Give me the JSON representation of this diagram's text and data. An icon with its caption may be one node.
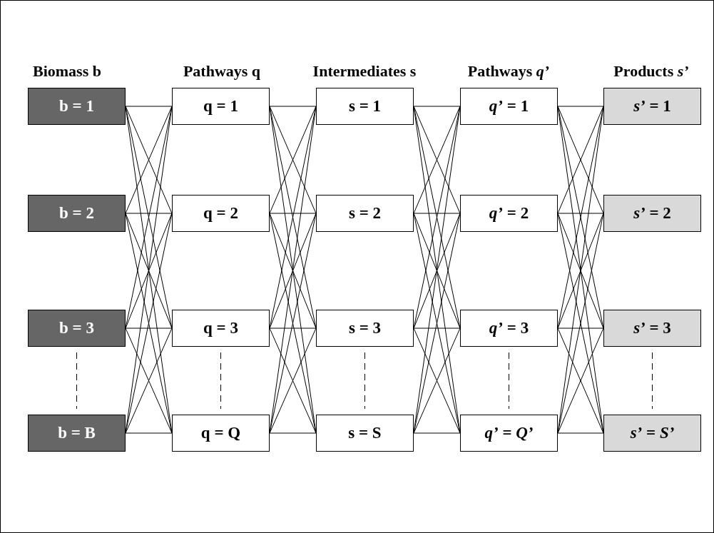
{
  "diagram": {
    "nodes": [
      {
        "text": [
          "b = 1"
        ]
      },
      {
        "text": [
          "b = 2"
        ]
      },
      {
        "text": [
          "b = 3"
        ]
      },
      {
        "text": [
          "b = B"
        ]
      },
      {
        "text": [
          "q = 1"
        ]
      },
      {
        "text": [
          "q = 2"
        ]
      },
      {
        "text": [
          "q = 3"
        ]
      },
      {
        "text": [
          "q = Q"
        ]
      },
      {
        "text": [
          "s = 1"
        ]
      },
      {
        "text": [
          "s = 2"
        ]
      },
      {
        "text": [
          "s = 3"
        ]
      },
      {
        "text": [
          "s = S"
        ]
      },
      {
        "text": [
          "*q’* = 1"
        ]
      },
      {
        "text": [
          "*q’* = 2"
        ]
      },
      {
        "text": [
          "*q’* = 3"
        ]
      },
      {
        "text": [
          "*q’* = *Q’*"
        ]
      },
      {
        "text": [
          "*s’* = 1"
        ]
      },
      {
        "text": [
          "*s’* = 2"
        ]
      },
      {
        "text": [
          "*s’* = 3"
        ]
      },
      {
        "text": [
          "*s’* = *S’*"
        ]
      }
    ],
    "edges": [
      {
        "from": 0,
        "to": 4,
        "arrow": "none"
      },
      {
        "from": 0,
        "to": 5,
        "arrow": "none"
      },
      {
        "from": 0,
        "to": 6,
        "arrow": "none"
      },
      {
        "from": 0,
        "to": 7,
        "arrow": "none"
      },
      {
        "from": 1,
        "to": 4,
        "arrow": "none"
      },
      {
        "from": 1,
        "to": 5,
        "arrow": "none"
      },
      {
        "from": 1,
        "to": 6,
        "arrow": "none"
      },
      {
        "from": 1,
        "to": 7,
        "arrow": "none"
      },
      {
        "from": 2,
        "to": 4,
        "arrow": "none"
      },
      {
        "from": 2,
        "to": 5,
        "arrow": "none"
      },
      {
        "from": 2,
        "to": 6,
        "arrow": "none"
      },
      {
        "from": 2,
        "to": 7,
        "arrow": "none"
      },
      {
        "from": 3,
        "to": 4,
        "arrow": "none"
      },
      {
        "from": 3,
        "to": 5,
        "arrow": "none"
      },
      {
        "from": 3,
        "to": 6,
        "arrow": "none"
      },
      {
        "from": 3,
        "to": 7,
        "arrow": "none"
      },
      {
        "from": 4,
        "to": 8,
        "arrow": "none"
      },
      {
        "from": 4,
        "to": 9,
        "arrow": "none"
      },
      {
        "from": 4,
        "to": 10,
        "arrow": "none"
      },
      {
        "from": 4,
        "to": 11,
        "arrow": "none"
      },
      {
        "from": 5,
        "to": 8,
        "arrow": "none"
      },
      {
        "from": 5,
        "to": 9,
        "arrow": "none"
      },
      {
        "from": 5,
        "to": 10,
        "arrow": "none"
      },
      {
        "from": 5,
        "to": 11,
        "arrow": "none"
      },
      {
        "from": 6,
        "to": 8,
        "arrow": "none"
      },
      {
        "from": 6,
        "to": 9,
        "arrow": "none"
      },
      {
        "from": 6,
        "to": 10,
        "arrow": "none"
      },
      {
        "from": 6,
        "to": 11,
        "arrow": "none"
      },
      {
        "from": 7,
        "to": 8,
        "arrow": "none"
      },
      {
        "from": 7,
        "to": 9,
        "arrow": "none"
      },
      {
        "from": 7,
        "to": 10,
        "arrow": "none"
      },
      {
        "from": 7,
        "to": 11,
        "arrow": "none"
      },
      {
        "from": 8,
        "to": 12,
        "arrow": "none"
      },
      {
        "from": 8,
        "to": 13,
        "arrow": "none"
      },
      {
        "from": 8,
        "to": 14,
        "arrow": "none"
      },
      {
        "from": 8,
        "to": 15,
        "arrow": "none"
      },
      {
        "from": 9,
        "to": 12,
        "arrow": "none"
      },
      {
        "from": 9,
        "to": 13,
        "arrow": "none"
      },
      {
        "from": 9,
        "to": 14,
        "arrow": "none"
      },
      {
        "from": 9,
        "to": 15,
        "arrow": "none"
      },
      {
        "from": 10,
        "to": 12,
        "arrow": "none"
      },
      {
        "from": 10,
        "to": 13,
        "arrow": "none"
      },
      {
        "from": 10,
        "to": 14,
        "arrow": "none"
      },
      {
        "from": 10,
        "to": 15,
        "arrow": "none"
      },
      {
        "from": 11,
        "to": 12,
        "arrow": "none"
      },
      {
        "from": 11,
        "to": 13,
        "arrow": "none"
      },
      {
        "from": 11,
        "to": 14,
        "arrow": "none"
      },
      {
        "from": 11,
        "to": 15,
        "arrow": "none"
      },
      {
        "from": 12,
        "to": 16,
        "arrow": "none"
      },
      {
        "from": 12,
        "to": 17,
        "arrow": "none"
      },
      {
        "from": 12,
        "to": 18,
        "arrow": "none"
      },
      {
        "from": 12,
        "to": 19,
        "arrow": "none"
      },
      {
        "from": 13,
        "to": 16,
        "arrow": "none"
      },
      {
        "from": 13,
        "to": 17,
        "arrow": "none"
      },
      {
        "from": 13,
        "to": 18,
        "arrow": "none"
      },
      {
        "from": 13,
        "to": 19,
        "arrow": "none"
      },
      {
        "from": 14,
        "to": 16,
        "arrow": "none"
      },
      {
        "from": 14,
        "to": 17,
        "arrow": "none"
      },
      {
        "from": 14,
        "to": 18,
        "arrow": "none"
      },
      {
        "from": 14,
        "to": 19,
        "arrow": "none"
      },
      {
        "from": 15,
        "to": 16,
        "arrow": "none"
      },
      {
        "from": 15,
        "to": 17,
        "arrow": "none"
      },
      {
        "from": 15,
        "to": 18,
        "arrow": "none"
      },
      {
        "from": 15,
        "to": 19,
        "arrow": "none"
      }
    ],
    "labels": [
      "Biomass b",
      "Pathways q",
      "Intermediates s",
      "Pathways *q’*",
      "Products *s’*"
    ]
  }
}
